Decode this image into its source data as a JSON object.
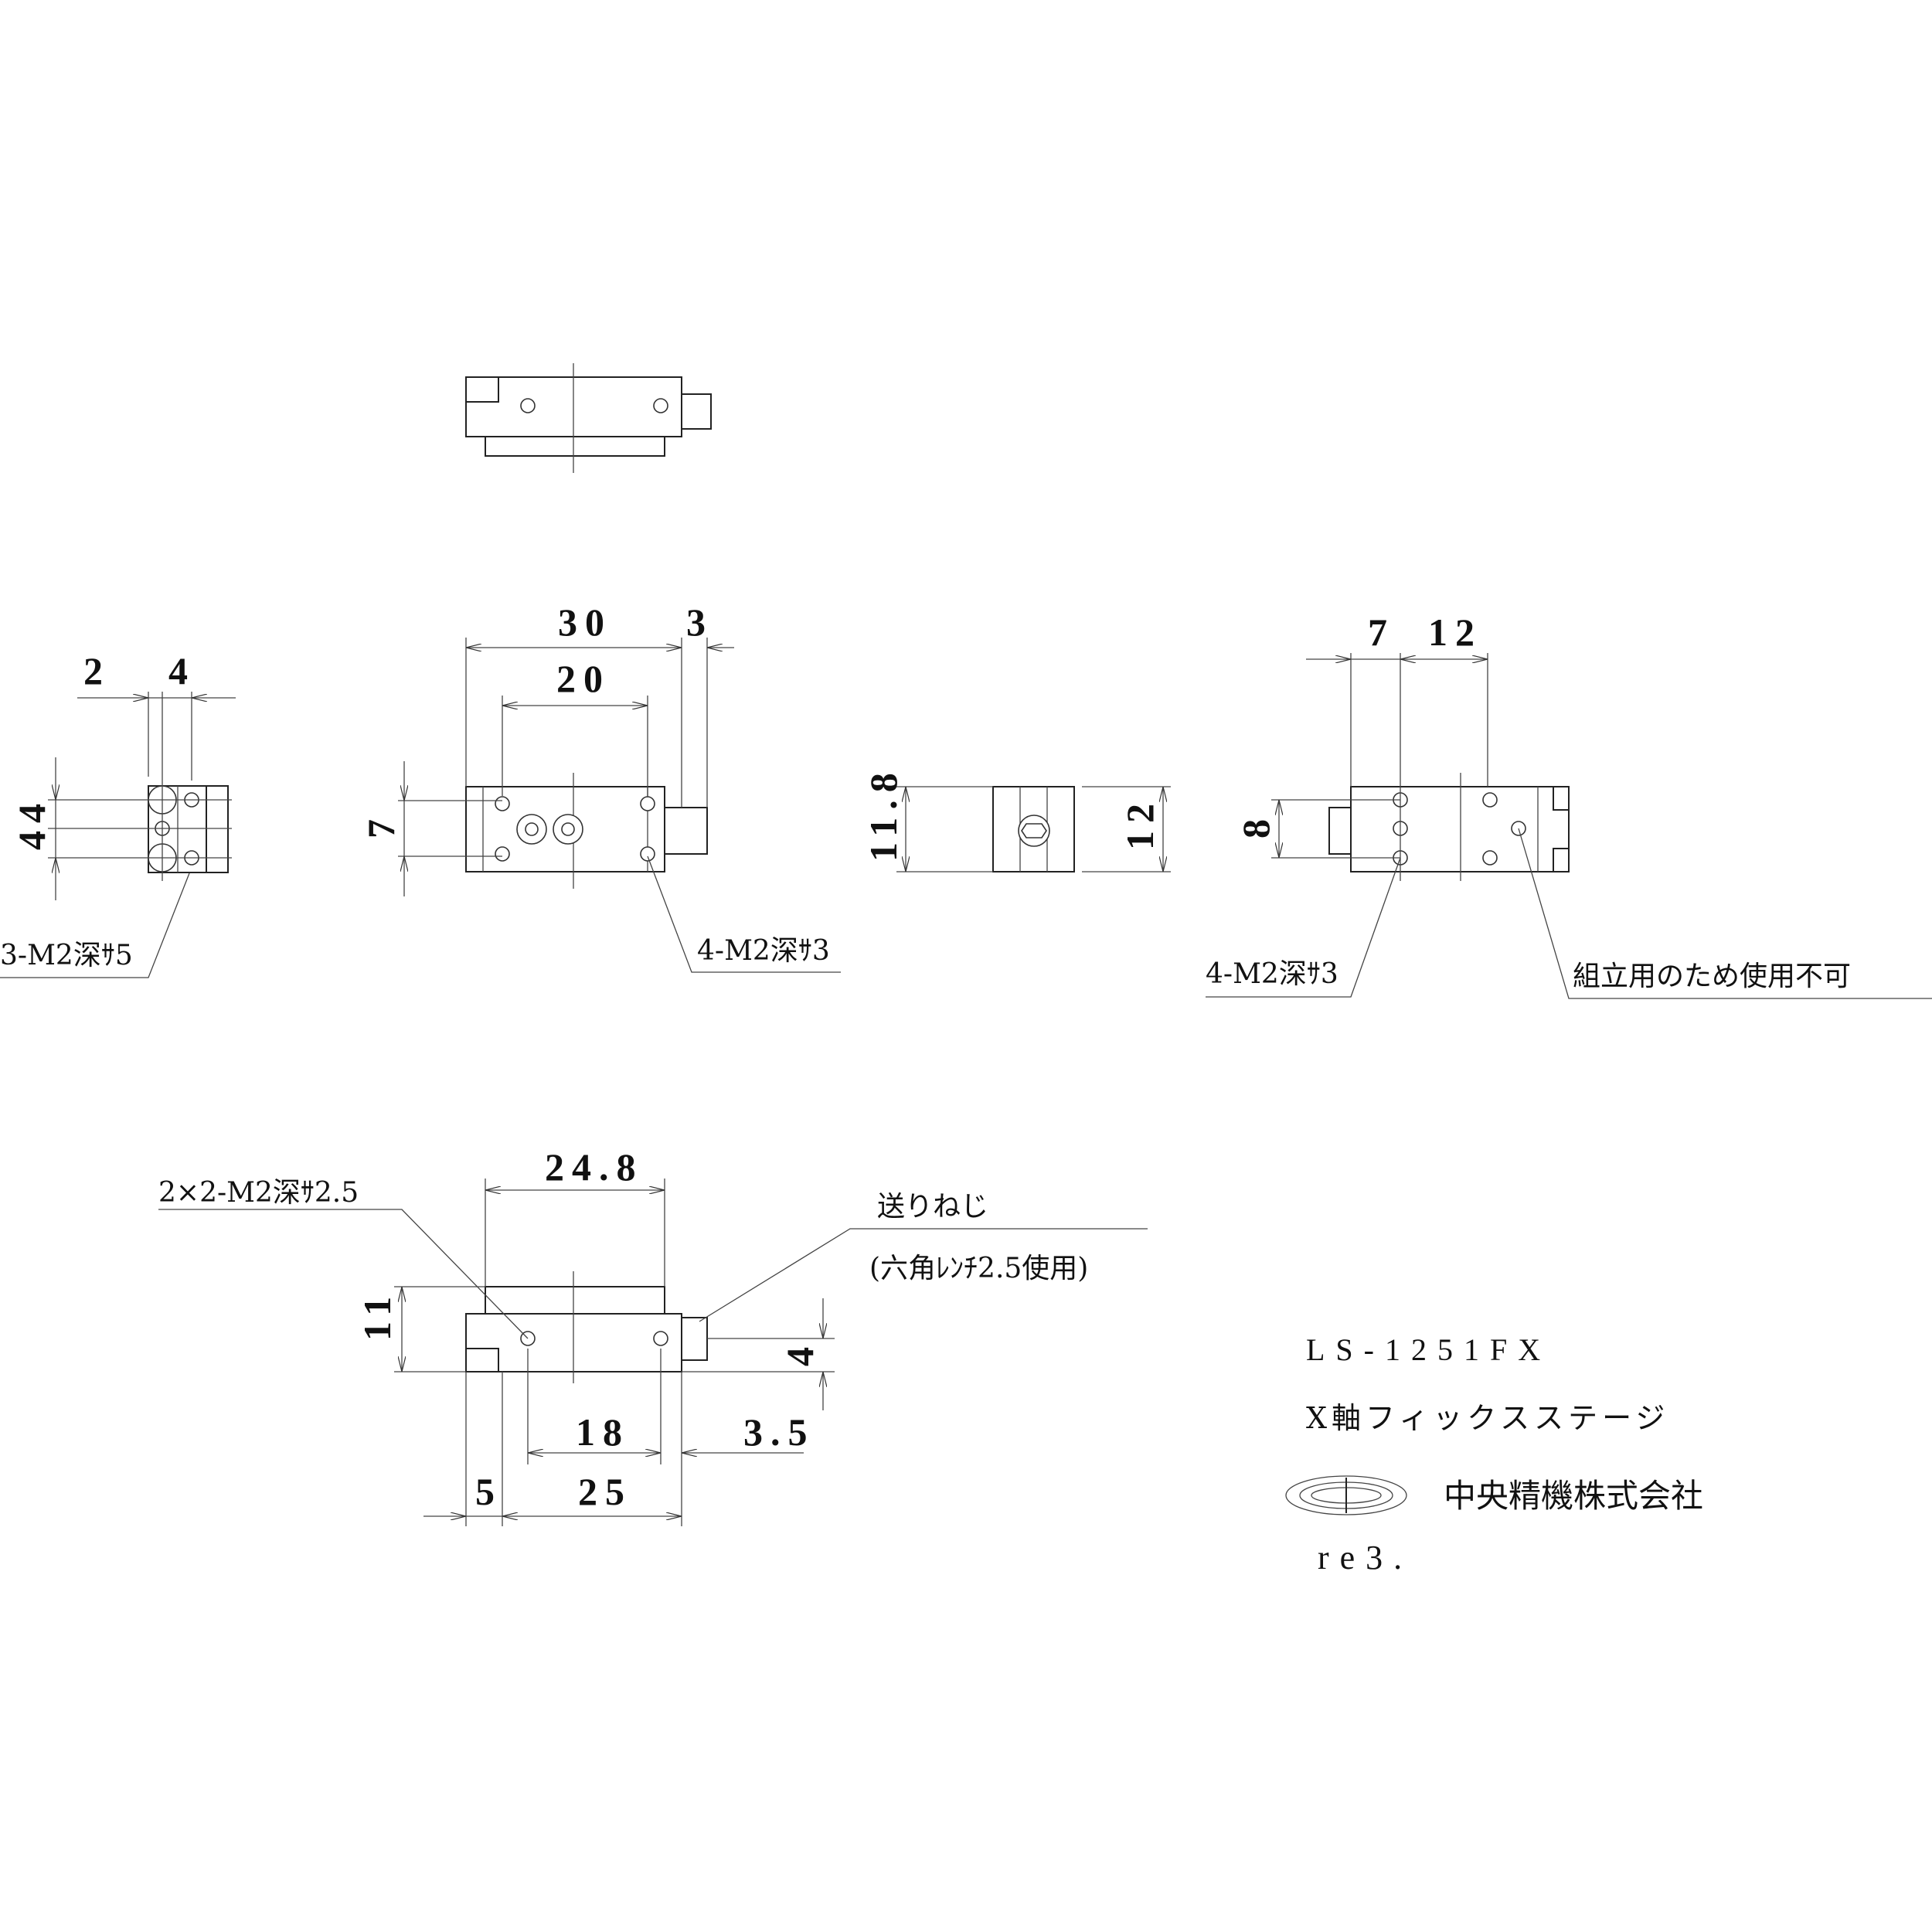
{
  "drawing": {
    "model": "LS-1251FX",
    "product_name": "X軸フィックスステージ",
    "company": "中央精機株式会社",
    "revision": "re3.",
    "logo": "chuo-seiki-logo"
  },
  "left_view": {
    "dims": [
      "2",
      "4",
      "44"
    ],
    "note": "3-M2深ｻ5"
  },
  "front_view": {
    "dims": [
      "30",
      "3",
      "20",
      "7"
    ],
    "note": "4-M2深ｻ3"
  },
  "side_view": {
    "dims": [
      "11.8",
      "12"
    ]
  },
  "right_view": {
    "dims": [
      "7",
      "12",
      "8"
    ],
    "note_holes": "4-M2深ｻ3",
    "note_assembly": "組立用のため使用不可"
  },
  "bottom_view": {
    "dims": [
      "24.8",
      "11",
      "4",
      "18",
      "3.5",
      "5",
      "25"
    ],
    "note_holes": "2×2-M2深ｻ2.5",
    "note_screw": "送りねじ",
    "note_wrench": "(六角ﾚﾝﾁ2.5使用)"
  }
}
